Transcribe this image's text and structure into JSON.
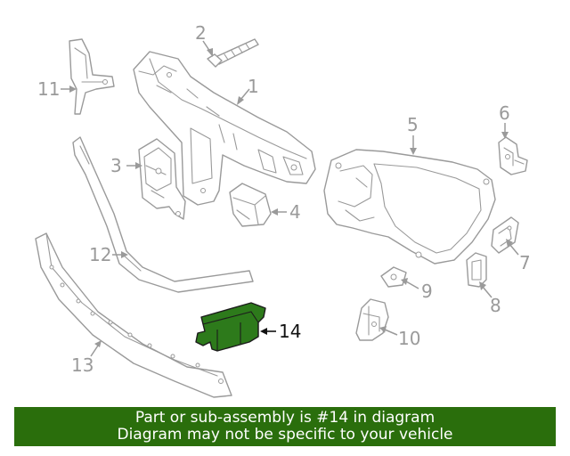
{
  "callouts": {
    "c1": "1",
    "c2": "2",
    "c3": "3",
    "c4": "4",
    "c5": "5",
    "c6": "6",
    "c7": "7",
    "c8": "8",
    "c9": "9",
    "c10": "10",
    "c11": "11",
    "c12": "12",
    "c13": "13",
    "c14": "14"
  },
  "highlight_color": "#2a6e0c",
  "banner": {
    "line1": "Part or sub-assembly is #14 in diagram",
    "line2": "Diagram may not be specific to your vehicle"
  }
}
